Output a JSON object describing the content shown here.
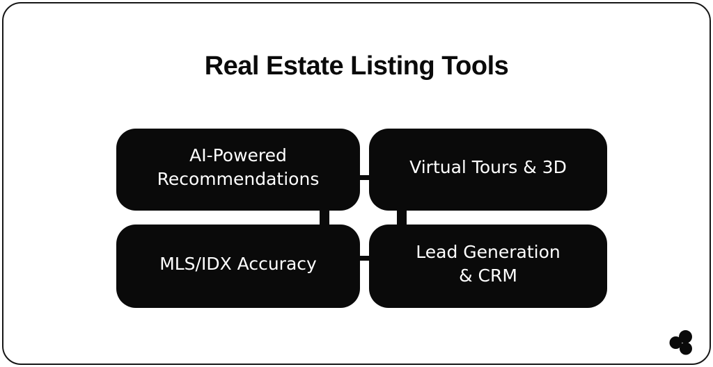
{
  "page": {
    "title": "Real Estate Listing Tools",
    "background_color": "#ffffff",
    "border_color": "#161616"
  },
  "diagram": {
    "node_color": "#0a0a0a",
    "node_text_color": "#ffffff",
    "nodes": [
      {
        "id": "ai-powered-recommendations",
        "label": "AI-Powered Recommendations",
        "lines": [
          "AI-Powered",
          "Recommendations"
        ]
      },
      {
        "id": "virtual-tours-3d",
        "label": "Virtual Tours & 3D",
        "lines": [
          "Virtual Tours & 3D"
        ]
      },
      {
        "id": "mls-idx-accuracy",
        "label": "MLS/IDX Accuracy",
        "lines": [
          "MLS/IDX Accuracy"
        ]
      },
      {
        "id": "lead-generation-crm",
        "label": "Lead Generation & CRM",
        "lines": [
          "Lead Generation",
          "& CRM"
        ]
      }
    ],
    "connectors": [
      "top-left-to-top-right",
      "bottom-left-to-bottom-right",
      "top-left-to-bottom-left",
      "top-right-to-bottom-right"
    ]
  },
  "branding": {
    "logo": "three-dot-clover-logo",
    "logo_color": "#0a0a0a"
  }
}
